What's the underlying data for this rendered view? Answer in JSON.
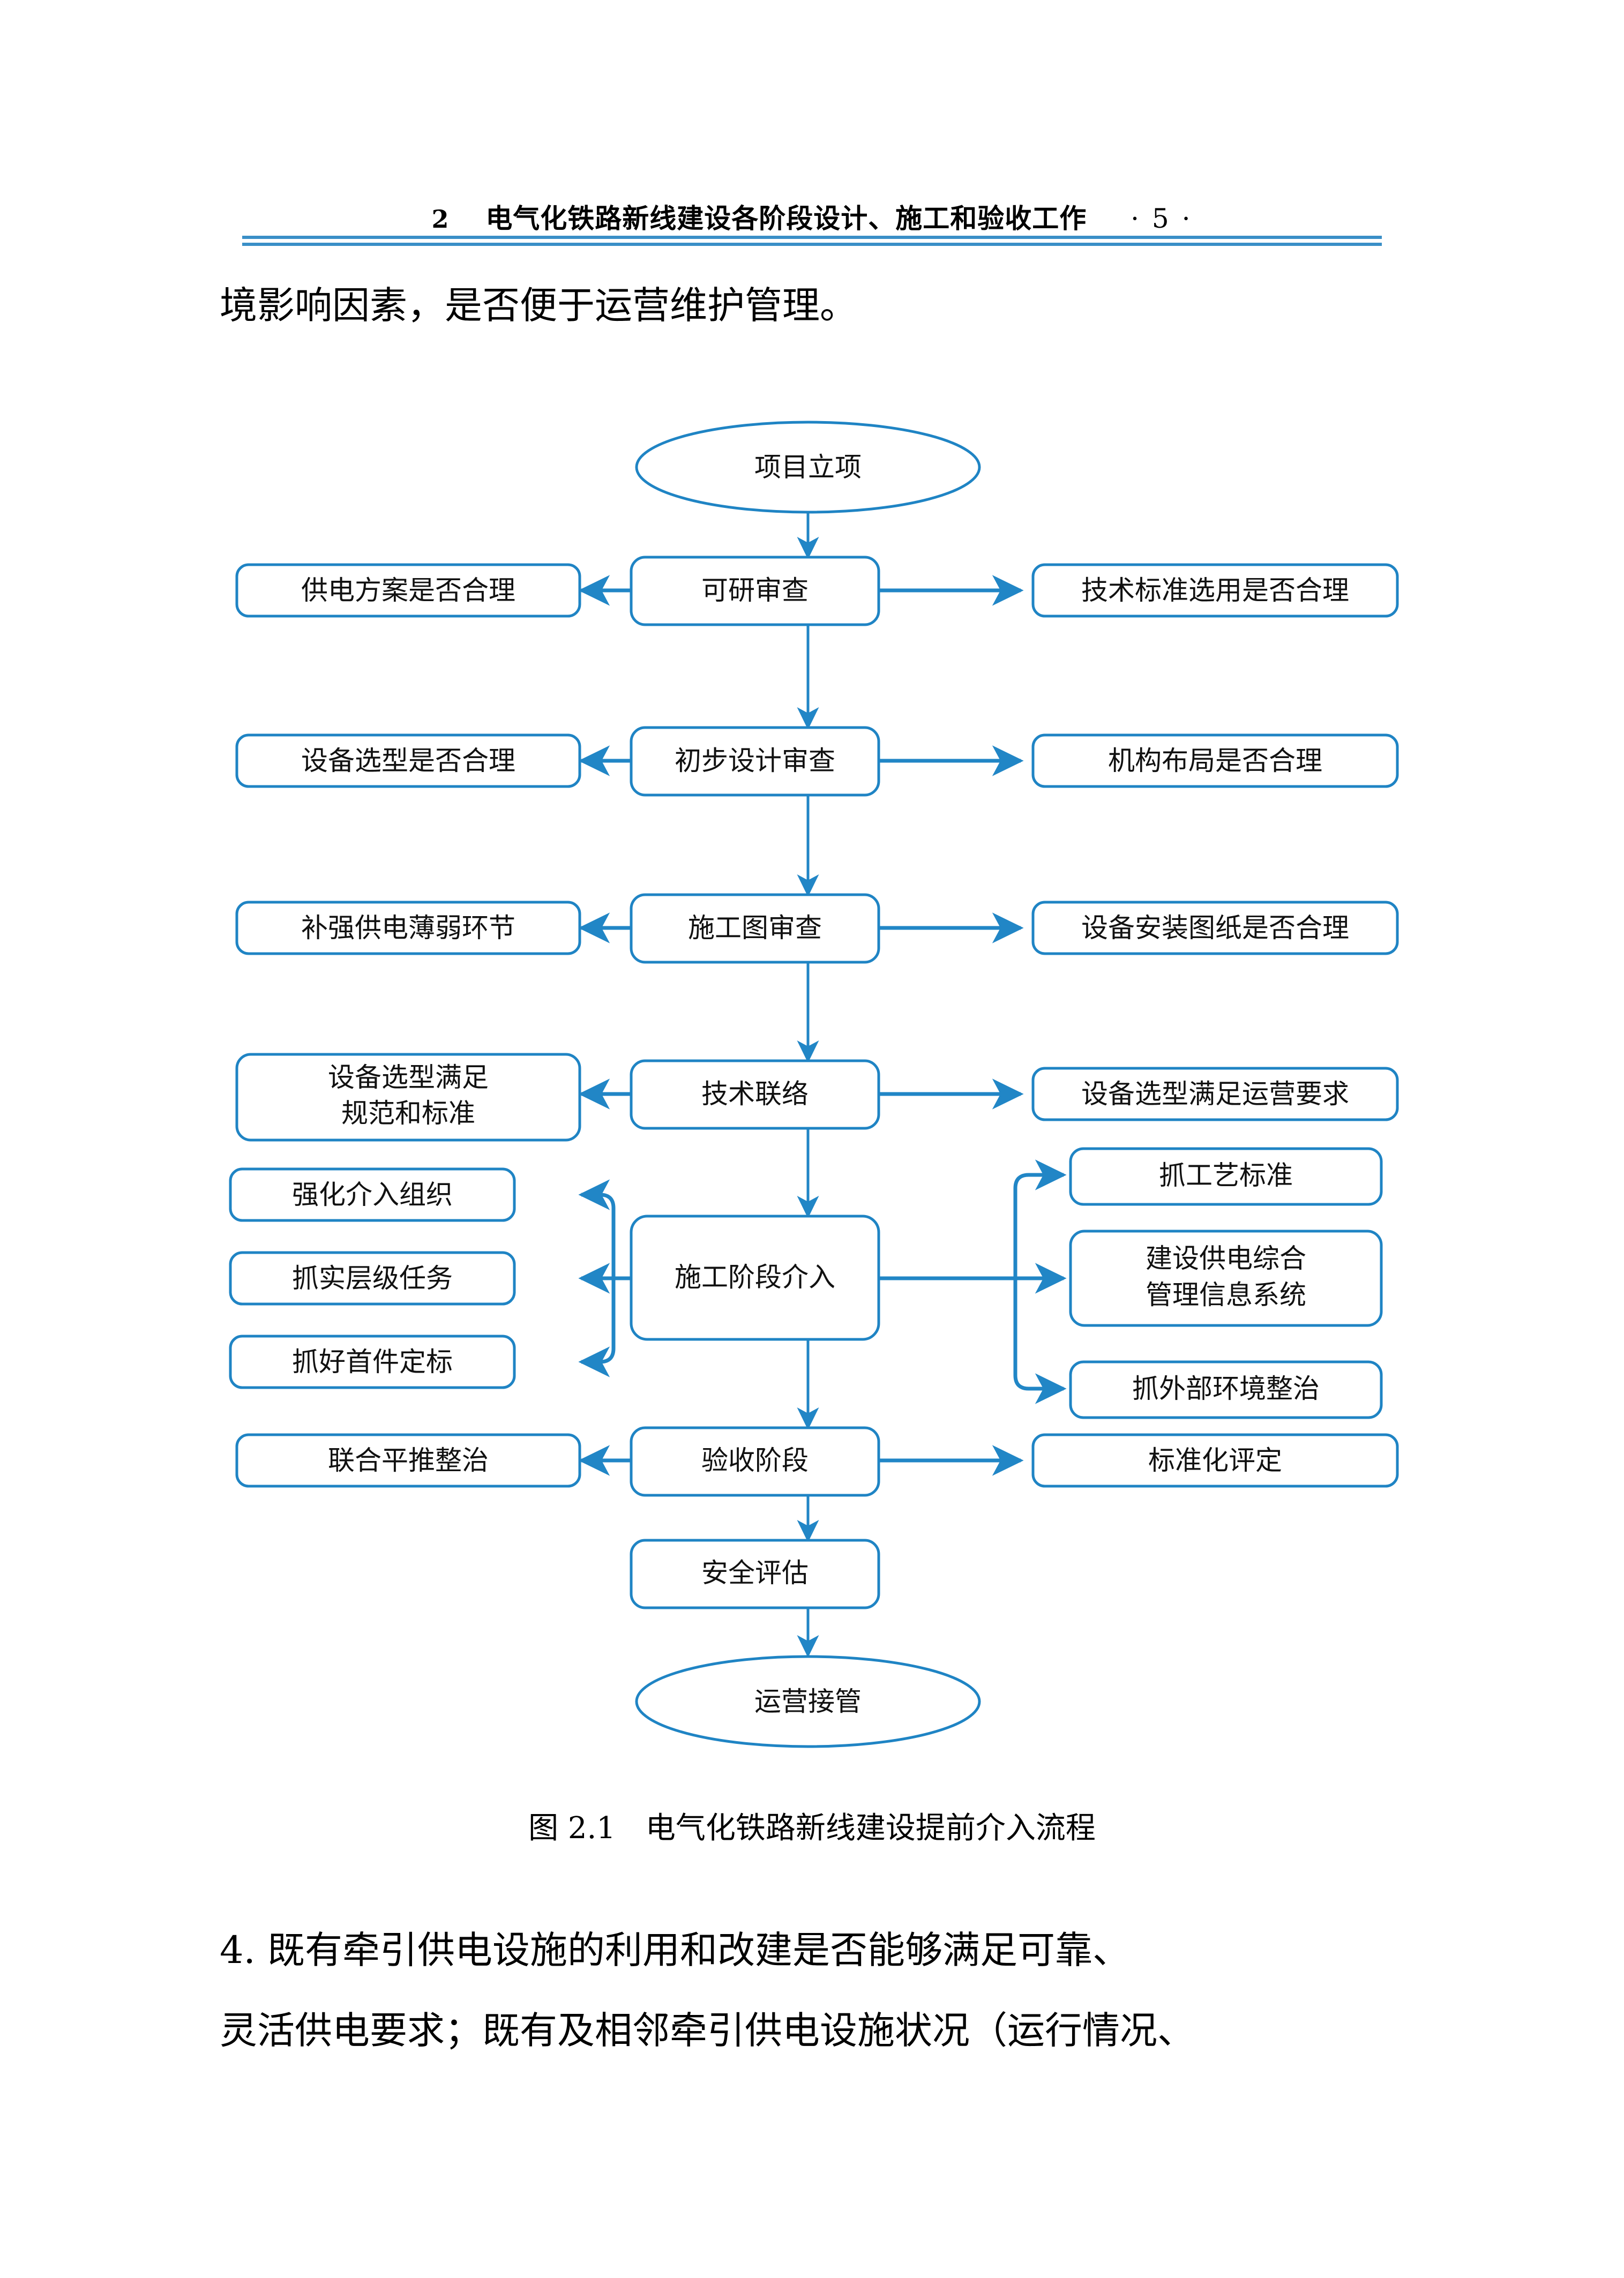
{
  "page": {
    "running_head": {
      "chapter_number": "2",
      "chapter_title": "电气化铁路新线建设各阶段设计、施工和验收工作",
      "folio": "· 5 ·"
    },
    "paragraph_top": "境影响因素，是否便于运营维护管理。",
    "figure_caption": "图 2.1　电气化铁路新线建设提前介入流程",
    "paragraph_bottom_line1": "4. 既有牵引供电设施的利用和改建是否能够满足可靠、",
    "paragraph_bottom_line2": "灵活供电要求；既有及相邻牵引供电设施状况（运行情况、"
  },
  "colors": {
    "accent_blue": "#2186c6",
    "shape_stroke": "#1f84c4",
    "rule_blue": "#3a8fc7",
    "text_black": "#111111",
    "page_background": "#ffffff"
  },
  "chart_data": {
    "type": "diagram",
    "title": "图 2.1　电气化铁路新线建设提前介入流程",
    "terminals": [
      {
        "id": "start",
        "label": "项目立项",
        "shape": "ellipse"
      },
      {
        "id": "end",
        "label": "运营接管",
        "shape": "ellipse"
      }
    ],
    "stages": [
      {
        "id": "s1",
        "label": "可研审查",
        "left": [
          "供电方案是否合理"
        ],
        "right": [
          "技术标准选用是否合理"
        ]
      },
      {
        "id": "s2",
        "label": "初步设计审查",
        "left": [
          "设备选型是否合理"
        ],
        "right": [
          "机构布局是否合理"
        ]
      },
      {
        "id": "s3",
        "label": "施工图审查",
        "left": [
          "补强供电薄弱环节"
        ],
        "right": [
          "设备安装图纸是否合理"
        ]
      },
      {
        "id": "s4",
        "label": "技术联络",
        "left": [
          "设备选型满足\n规范和标准"
        ],
        "right": [
          "设备选型满足运营要求"
        ]
      },
      {
        "id": "s5",
        "label": "施工阶段介入",
        "left": [
          "强化介入组织",
          "抓实层级任务",
          "抓好首件定标"
        ],
        "right": [
          "抓工艺标准",
          "建设供电综合\n管理信息系统",
          "抓外部环境整治"
        ]
      },
      {
        "id": "s6",
        "label": "验收阶段",
        "left": [
          "联合平推整治"
        ],
        "right": [
          "标准化评定"
        ]
      },
      {
        "id": "s7",
        "label": "安全评估",
        "left": [],
        "right": []
      }
    ],
    "labels": {
      "start": "项目立项",
      "n1": "可研审查",
      "n1l": "供电方案是否合理",
      "n1r": "技术标准选用是否合理",
      "n2": "初步设计审查",
      "n2l": "设备选型是否合理",
      "n2r": "机构布局是否合理",
      "n3": "施工图审查",
      "n3l": "补强供电薄弱环节",
      "n3r": "设备安装图纸是否合理",
      "n4": "技术联络",
      "n4l_line1": "设备选型满足",
      "n4l_line2": "规范和标准",
      "n4r": "设备选型满足运营要求",
      "n5": "施工阶段介入",
      "n5l1": "强化介入组织",
      "n5l2": "抓实层级任务",
      "n5l3": "抓好首件定标",
      "n5r1": "抓工艺标准",
      "n5r2_line1": "建设供电综合",
      "n5r2_line2": "管理信息系统",
      "n5r3": "抓外部环境整治",
      "n6": "验收阶段",
      "n6l": "联合平推整治",
      "n6r": "标准化评定",
      "n7": "安全评估",
      "end": "运营接管"
    },
    "flow_sequence": [
      "项目立项",
      "可研审查",
      "初步设计审查",
      "施工图审查",
      "技术联络",
      "施工阶段介入",
      "验收阶段",
      "安全评估",
      "运营接管"
    ],
    "legend_position": "none",
    "grid": false
  }
}
